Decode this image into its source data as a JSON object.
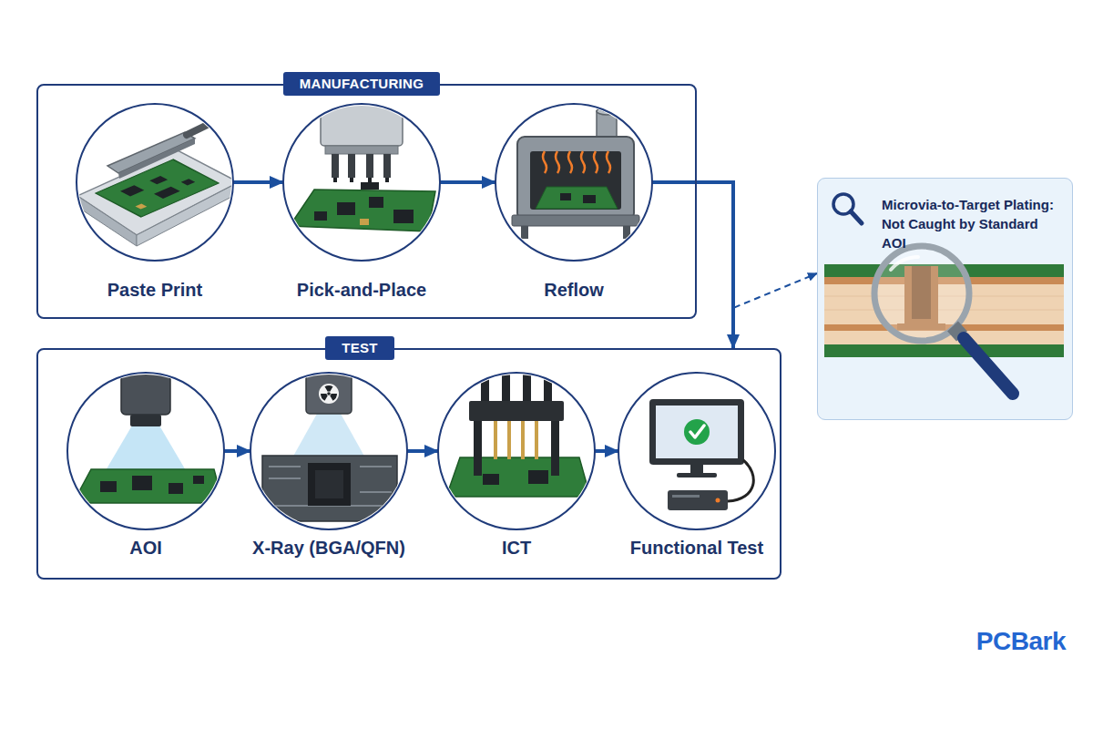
{
  "diagram": {
    "nodes": [
      {
        "text": [
          "MANUFACTURING"
        ]
      },
      {
        "text": [
          "Paste Print"
        ],
        "in": 0
      },
      {
        "text": [
          "Pick-and-Place"
        ],
        "in": 0
      },
      {
        "text": [
          "Reflow"
        ],
        "in": 0
      },
      {
        "text": [
          "TEST"
        ]
      },
      {
        "text": [
          "AOI"
        ],
        "in": 4
      },
      {
        "text": [
          "X-Ray (BGA/QFN)"
        ],
        "in": 4
      },
      {
        "text": [
          "ICT"
        ],
        "in": 4
      },
      {
        "text": [
          "Functional Test"
        ],
        "in": 4
      },
      {
        "text": [
          "Microvia-to-Target Plating: Not Caught by Standard AOI"
        ]
      }
    ],
    "edges": [
      {
        "from": 1,
        "to": 2,
        "arrow": "to"
      },
      {
        "from": 2,
        "to": 3,
        "arrow": "to"
      },
      {
        "from": 3,
        "to": 4,
        "arrow": "to"
      },
      {
        "from": 3,
        "to": 9,
        "arrow": "to"
      },
      {
        "from": 5,
        "to": 6,
        "arrow": "to"
      },
      {
        "from": 6,
        "to": 7,
        "arrow": "to"
      },
      {
        "from": 7,
        "to": 8,
        "arrow": "to"
      }
    ],
    "labels": [
      "PCBark"
    ]
  }
}
